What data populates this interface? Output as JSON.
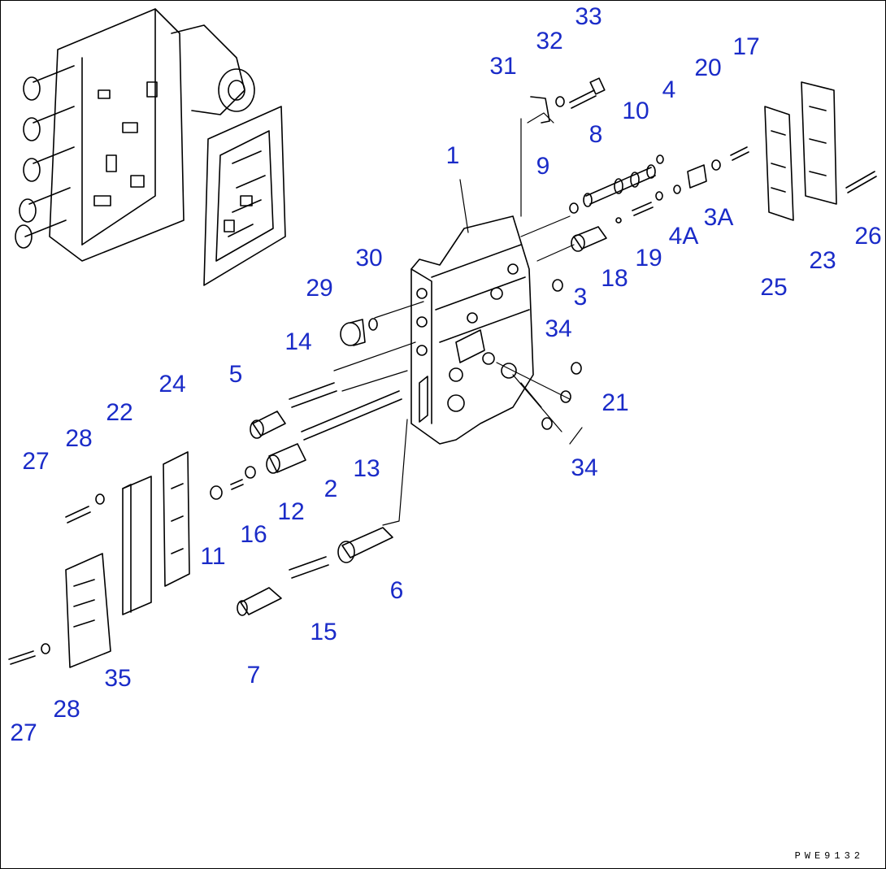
{
  "colors": {
    "label": "#1a2bc8",
    "linework": "#000000",
    "background": "#ffffff"
  },
  "drawing_code": "PWE9132",
  "callouts": [
    {
      "id": "c1",
      "text": "1"
    },
    {
      "id": "c2",
      "text": "2"
    },
    {
      "id": "c3",
      "text": "3"
    },
    {
      "id": "c3a",
      "text": "3A"
    },
    {
      "id": "c4",
      "text": "4"
    },
    {
      "id": "c4a",
      "text": "4A"
    },
    {
      "id": "c5",
      "text": "5"
    },
    {
      "id": "c6",
      "text": "6"
    },
    {
      "id": "c7",
      "text": "7"
    },
    {
      "id": "c8",
      "text": "8"
    },
    {
      "id": "c9",
      "text": "9"
    },
    {
      "id": "c10",
      "text": "10"
    },
    {
      "id": "c11",
      "text": "11"
    },
    {
      "id": "c12",
      "text": "12"
    },
    {
      "id": "c13",
      "text": "13"
    },
    {
      "id": "c14",
      "text": "14"
    },
    {
      "id": "c15",
      "text": "15"
    },
    {
      "id": "c16",
      "text": "16"
    },
    {
      "id": "c17",
      "text": "17"
    },
    {
      "id": "c18",
      "text": "18"
    },
    {
      "id": "c19",
      "text": "19"
    },
    {
      "id": "c20",
      "text": "20"
    },
    {
      "id": "c21",
      "text": "21"
    },
    {
      "id": "c22",
      "text": "22"
    },
    {
      "id": "c23",
      "text": "23"
    },
    {
      "id": "c24",
      "text": "24"
    },
    {
      "id": "c25",
      "text": "25"
    },
    {
      "id": "c26",
      "text": "26"
    },
    {
      "id": "c27a",
      "text": "27"
    },
    {
      "id": "c27b",
      "text": "27"
    },
    {
      "id": "c28a",
      "text": "28"
    },
    {
      "id": "c28b",
      "text": "28"
    },
    {
      "id": "c29",
      "text": "29"
    },
    {
      "id": "c30",
      "text": "30"
    },
    {
      "id": "c31",
      "text": "31"
    },
    {
      "id": "c32",
      "text": "32"
    },
    {
      "id": "c33",
      "text": "33"
    },
    {
      "id": "c34a",
      "text": "34"
    },
    {
      "id": "c34b",
      "text": "34"
    },
    {
      "id": "c35",
      "text": "35"
    }
  ]
}
